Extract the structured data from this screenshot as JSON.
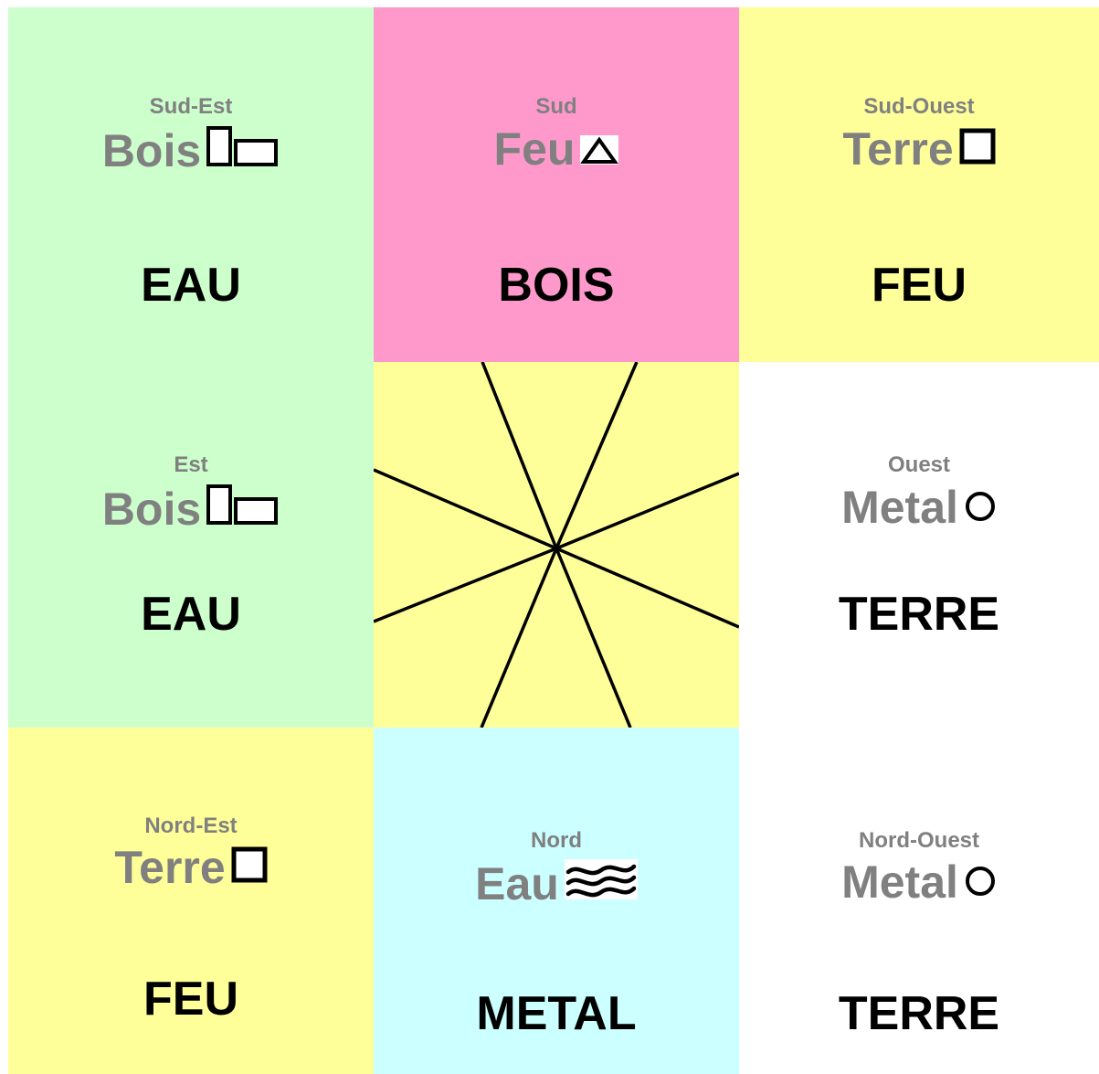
{
  "colors": {
    "green": "#ccffcc",
    "pink": "#ff99cc",
    "yellow": "#ffff99",
    "white": "#ffffff",
    "cyan": "#ccffff",
    "grey_text": "#808080",
    "black_text": "#000000"
  },
  "cells": {
    "sud_est": {
      "direction": "Sud-Est",
      "element": "Bois",
      "symbol": "wood-rectangles-icon",
      "label": "EAU"
    },
    "sud": {
      "direction": "Sud",
      "element": "Feu",
      "symbol": "fire-triangle-icon",
      "label": "BOIS"
    },
    "sud_ouest": {
      "direction": "Sud-Ouest",
      "element": "Terre",
      "symbol": "earth-square-icon",
      "label": "FEU"
    },
    "est": {
      "direction": "Est",
      "element": "Bois",
      "symbol": "wood-rectangles-icon",
      "label": "EAU"
    },
    "center": {
      "symbol": "eight-ray-star-icon"
    },
    "ouest": {
      "direction": "Ouest",
      "element": "Metal",
      "symbol": "metal-circle-icon",
      "label": "TERRE"
    },
    "nord_est": {
      "direction": "Nord-Est",
      "element": "Terre",
      "symbol": "earth-square-icon",
      "label": "FEU"
    },
    "nord": {
      "direction": "Nord",
      "element": "Eau",
      "symbol": "water-waves-icon",
      "label": "METAL"
    },
    "nord_ouest": {
      "direction": "Nord-Ouest",
      "element": "Metal",
      "symbol": "metal-circle-icon",
      "label": "TERRE"
    }
  }
}
